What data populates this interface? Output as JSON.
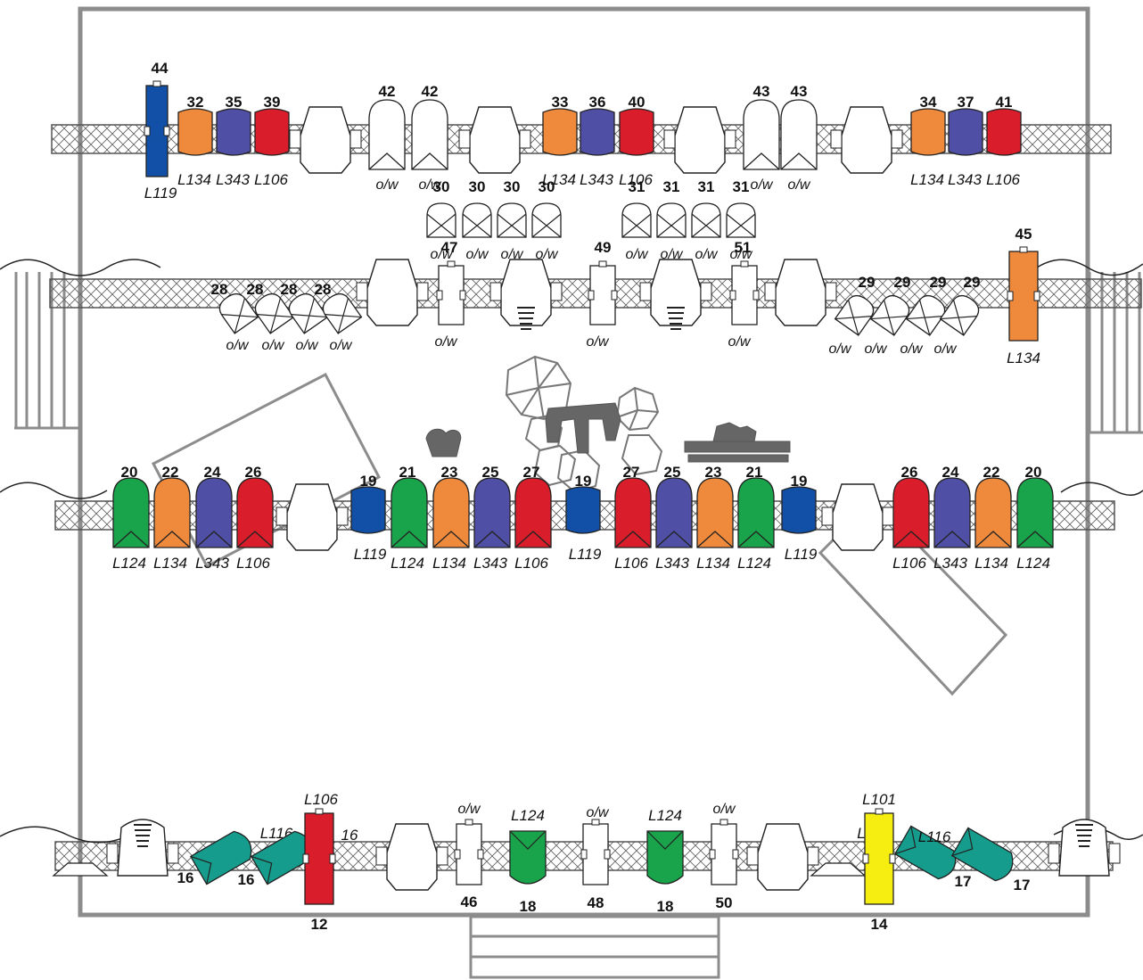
{
  "colors": {
    "L119": "#1150a6",
    "L134": "#ef8a3c",
    "L343": "#4f4fa6",
    "L106": "#d91d2a",
    "L124": "#19a34a",
    "L116": "#169c8c",
    "L101": "#f6ee10",
    "frame": "#8c8c8c",
    "plain": "#ffffff"
  },
  "sections": {
    "row1": [
      {
        "num": "44",
        "lbl": "L119",
        "color": "L119",
        "shape": "tall"
      },
      {
        "num": "32",
        "lbl": "L134",
        "color": "L134",
        "shape": "short"
      },
      {
        "num": "35",
        "lbl": "L343",
        "color": "L343",
        "shape": "short"
      },
      {
        "num": "39",
        "lbl": "L106",
        "color": "L106",
        "shape": "short"
      },
      {
        "num": "",
        "lbl": "",
        "color": "plain",
        "shape": "big"
      },
      {
        "num": "42",
        "lbl": "o/w",
        "color": "plain",
        "shape": "arch"
      },
      {
        "num": "42",
        "lbl": "o/w",
        "color": "plain",
        "shape": "arch"
      },
      {
        "num": "",
        "lbl": "",
        "color": "plain",
        "shape": "big"
      },
      {
        "num": "33",
        "lbl": "L134",
        "color": "L134",
        "shape": "short"
      },
      {
        "num": "36",
        "lbl": "L343",
        "color": "L343",
        "shape": "short"
      },
      {
        "num": "40",
        "lbl": "L106",
        "color": "L106",
        "shape": "short"
      },
      {
        "num": "",
        "lbl": "",
        "color": "plain",
        "shape": "big"
      },
      {
        "num": "43",
        "lbl": "o/w",
        "color": "plain",
        "shape": "arch"
      },
      {
        "num": "43",
        "lbl": "o/w",
        "color": "plain",
        "shape": "arch"
      },
      {
        "num": "",
        "lbl": "",
        "color": "plain",
        "shape": "big"
      },
      {
        "num": "34",
        "lbl": "L134",
        "color": "L134",
        "shape": "short"
      },
      {
        "num": "37",
        "lbl": "L343",
        "color": "L343",
        "shape": "short"
      },
      {
        "num": "41",
        "lbl": "L106",
        "color": "L106",
        "shape": "short"
      }
    ],
    "row1b": [
      {
        "num": "30",
        "lbl": "o/w"
      },
      {
        "num": "30",
        "lbl": "o/w"
      },
      {
        "num": "30",
        "lbl": "o/w"
      },
      {
        "num": "30",
        "lbl": "o/w"
      },
      {
        "num": "31",
        "lbl": "o/w"
      },
      {
        "num": "31",
        "lbl": "o/w"
      },
      {
        "num": "31",
        "lbl": "o/w"
      },
      {
        "num": "31",
        "lbl": "o/w"
      }
    ],
    "row2": [
      {
        "num": "28",
        "lbl": "o/w"
      },
      {
        "num": "28",
        "lbl": "o/w"
      },
      {
        "num": "28",
        "lbl": "o/w"
      },
      {
        "num": "28",
        "lbl": "o/w"
      },
      {
        "num": "47",
        "lbl": "o/w"
      },
      {
        "num": "49",
        "lbl": "o/w"
      },
      {
        "num": "51",
        "lbl": "o/w"
      },
      {
        "num": "29",
        "lbl": "o/w"
      },
      {
        "num": "29",
        "lbl": "o/w"
      },
      {
        "num": "29",
        "lbl": "o/w"
      },
      {
        "num": "29",
        "lbl": "o/w"
      },
      {
        "num": "45",
        "lbl": "L134"
      }
    ],
    "row3": [
      {
        "num": "20",
        "lbl": "L124",
        "color": "L124"
      },
      {
        "num": "22",
        "lbl": "L134",
        "color": "L134"
      },
      {
        "num": "24",
        "lbl": "L343",
        "color": "L343"
      },
      {
        "num": "26",
        "lbl": "L106",
        "color": "L106"
      },
      {
        "num": "19",
        "lbl": "L119",
        "color": "L119"
      },
      {
        "num": "21",
        "lbl": "L124",
        "color": "L124"
      },
      {
        "num": "23",
        "lbl": "L134",
        "color": "L134"
      },
      {
        "num": "25",
        "lbl": "L343",
        "color": "L343"
      },
      {
        "num": "27",
        "lbl": "L106",
        "color": "L106"
      },
      {
        "num": "19",
        "lbl": "L119",
        "color": "L119"
      },
      {
        "num": "27",
        "lbl": "L106",
        "color": "L106"
      },
      {
        "num": "25",
        "lbl": "L343",
        "color": "L343"
      },
      {
        "num": "23",
        "lbl": "L134",
        "color": "L134"
      },
      {
        "num": "21",
        "lbl": "L124",
        "color": "L124"
      },
      {
        "num": "19",
        "lbl": "L119",
        "color": "L119"
      },
      {
        "num": "26",
        "lbl": "L106",
        "color": "L106"
      },
      {
        "num": "24",
        "lbl": "L343",
        "color": "L343"
      },
      {
        "num": "22",
        "lbl": "L134",
        "color": "L134"
      },
      {
        "num": "20",
        "lbl": "L124",
        "color": "L124"
      }
    ],
    "row4": [
      {
        "num": "16",
        "lbl": "L116"
      },
      {
        "num": "16",
        "lbl": "16"
      },
      {
        "num": "12",
        "lbl": "L106"
      },
      {
        "num": "46",
        "lbl": "o/w"
      },
      {
        "num": "18",
        "lbl": "L124"
      },
      {
        "num": "48",
        "lbl": "o/w"
      },
      {
        "num": "18",
        "lbl": "L124"
      },
      {
        "num": "50",
        "lbl": "o/w"
      },
      {
        "num": "14",
        "lbl": "L101"
      },
      {
        "num": "17",
        "lbl": "L116"
      },
      {
        "num": "17",
        "lbl": "17"
      },
      {
        "num": "",
        "lbl": "L"
      }
    ]
  }
}
